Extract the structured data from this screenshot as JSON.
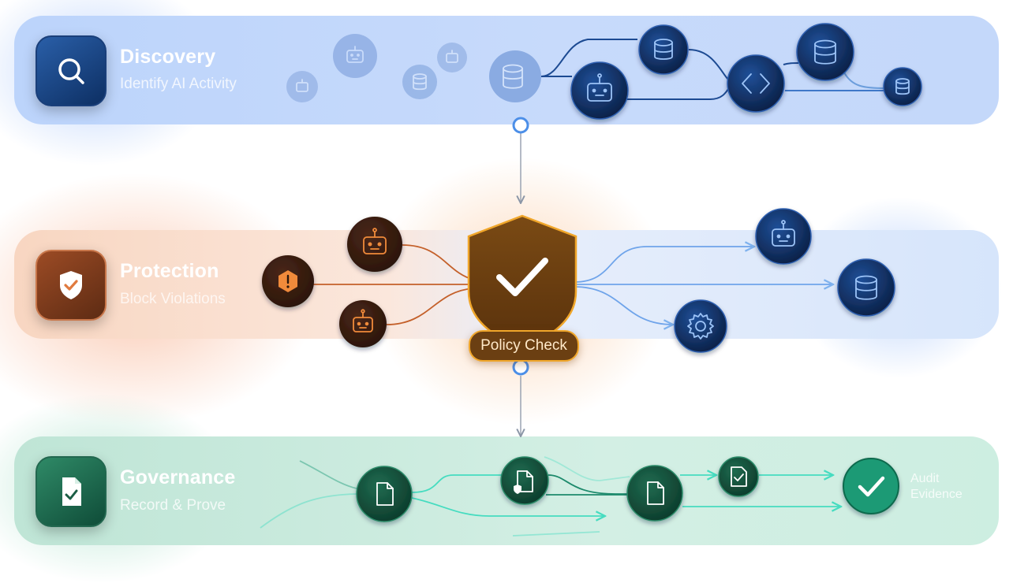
{
  "stages": {
    "discovery": {
      "title": "Discovery",
      "subtitle": "Identify AI Activity",
      "icon": "search-icon",
      "color": "#2f6fd6"
    },
    "protection": {
      "title": "Protection",
      "subtitle": "Block Violations",
      "icon": "shield-check-icon",
      "color": "#e07a3e"
    },
    "governance": {
      "title": "Governance",
      "subtitle": "Record & Prove",
      "icon": "document-check-icon",
      "color": "#2bb58a"
    }
  },
  "policy_check": {
    "label": "Policy Check",
    "icon": "shield-check-icon",
    "color": "#f0a62a"
  },
  "audit_evidence": {
    "label": "Audit Evidence",
    "icon": "check-icon"
  },
  "node_icons": {
    "discovery": [
      "robot-icon",
      "robot-icon",
      "database-icon",
      "robot-icon",
      "database-icon",
      "robot-icon",
      "database-icon",
      "code-icon",
      "database-icon",
      "database-icon"
    ],
    "protection_inputs": [
      "robot-icon",
      "alert-icon",
      "robot-icon"
    ],
    "protection_outputs": [
      "robot-icon",
      "database-icon",
      "gear-icon"
    ],
    "governance": [
      "document-icon",
      "document-shield-icon",
      "document-icon",
      "document-check-icon",
      "check-icon"
    ]
  }
}
